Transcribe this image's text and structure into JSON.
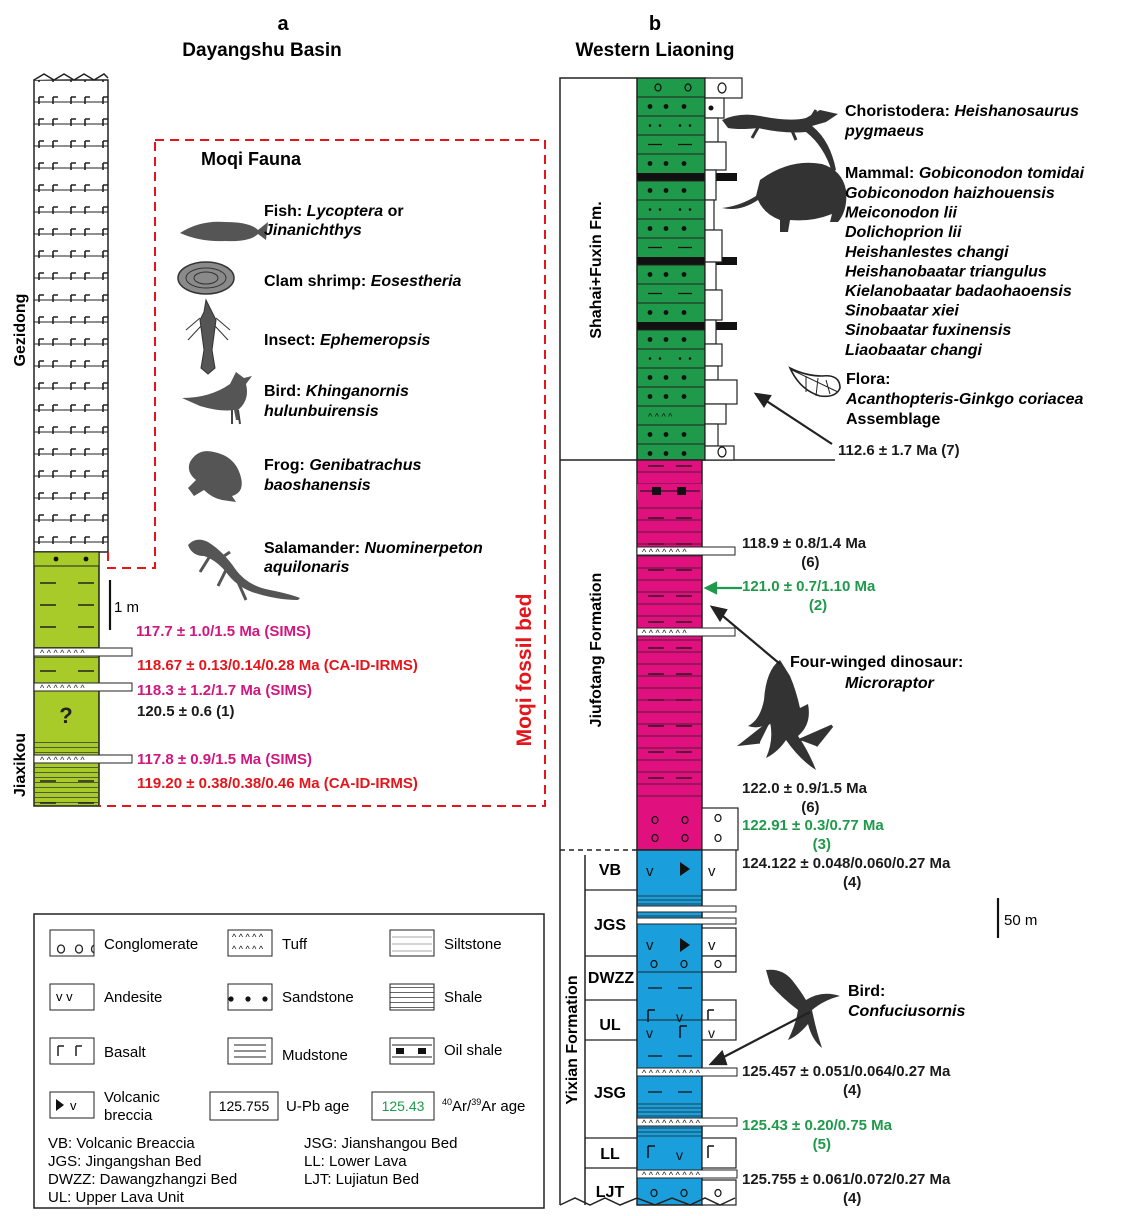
{
  "panel_a": {
    "letter": "a",
    "title": "Dayangshu Basin",
    "unit_gezidong": "Gezidong",
    "unit_jiaxikou": "Jiaxikou",
    "question": "?",
    "scale": "1 m",
    "moqi_fossil_bed": "Moqi fossil bed",
    "fauna": {
      "title": "Moqi Fauna",
      "items": [
        {
          "group": "Fish",
          "line1": "Lycoptera",
          "conj": " or",
          "line2": "Jinanichthys"
        },
        {
          "group": "Clam shrimp",
          "line1": "Eosestheria",
          "conj": "",
          "line2": ""
        },
        {
          "group": "Insect",
          "line1": "Ephemeropsis",
          "conj": "",
          "line2": ""
        },
        {
          "group": "Bird",
          "line1": "Khinganornis",
          "conj": "",
          "line2": "hulunbuirensis"
        },
        {
          "group": "Frog",
          "line1": "Genibatrachus",
          "conj": "",
          "line2": "baoshanensis"
        },
        {
          "group": "Salamander",
          "line1": "Nuominerpeton",
          "conj": "",
          "line2": "aquilonaris"
        }
      ]
    },
    "ages": [
      {
        "text": "117.7 ± 1.0/1.5 Ma (SIMS)",
        "color": "#d1167f"
      },
      {
        "text": "118.67 ± 0.13/0.14/0.28 Ma (CA-ID-IRMS)",
        "color": "#e4161c"
      },
      {
        "text": "118.3 ± 1.2/1.7 Ma (SIMS)",
        "color": "#d1167f"
      },
      {
        "text": "120.5 ± 0.6 (1)",
        "color": "#1a1a1a"
      },
      {
        "text": "117.8 ± 0.9/1.5 Ma (SIMS)",
        "color": "#d1167f"
      },
      {
        "text": "119.20 ± 0.38/0.38/0.46 Ma (CA-ID-IRMS)",
        "color": "#e4161c"
      }
    ]
  },
  "panel_b": {
    "letter": "b",
    "title": "Western Liaoning",
    "formations": [
      "Shahai+Fuxin Fm.",
      "Jiufotang Formation",
      "Yixian Formation"
    ],
    "beds": [
      "VB",
      "JGS",
      "DWZZ",
      "UL",
      "JSG",
      "LL",
      "LJT"
    ],
    "scale": "50 m",
    "choristodera": {
      "group": "Choristodera",
      "line1": "Heishanosaurus",
      "line2": "pygmaeus"
    },
    "mammal": {
      "group": "Mammal",
      "first": "Gobiconodon tomidai",
      "list": [
        "Gobiconodon haizhouensis",
        "Meiconodon lii",
        "Dolichoprion lii",
        "Heishanlestes changi",
        "Heishanobaatar triangulus",
        "Kielanobaatar badaohaoensis",
        "Sinobaatar xiei",
        "Sinobaatar fuxinensis",
        "Liaobaatar changi"
      ]
    },
    "flora": {
      "group": "Flora:",
      "line1": "Acanthopteris-Ginkgo coriacea",
      "line2": "Assemblage"
    },
    "dinosaur": {
      "line1": "Four-winged dinosaur:",
      "line2": "Microraptor"
    },
    "bird": {
      "line1": "Bird:",
      "line2": "Confuciusornis"
    },
    "ages": [
      {
        "text": "112.6 ± 1.7 Ma (7)",
        "ref": "",
        "color": "#1a1a1a"
      },
      {
        "text": "118.9 ± 0.8/1.4 Ma",
        "ref": "(6)",
        "color": "#1a1a1a"
      },
      {
        "text": "121.0 ± 0.7/1.10  Ma",
        "ref": "(2)",
        "color": "#1e9a4a"
      },
      {
        "text": "122.0 ± 0.9/1.5 Ma",
        "ref": "(6)",
        "color": "#1a1a1a"
      },
      {
        "text": "122.91 ± 0.3/0.77  Ma",
        "ref": "(3)",
        "color": "#1e9a4a"
      },
      {
        "text": "124.122 ± 0.048/0.060/0.27 Ma",
        "ref": "(4)",
        "color": "#1a1a1a"
      },
      {
        "text": "125.457 ± 0.051/0.064/0.27 Ma",
        "ref": "(4)",
        "color": "#1a1a1a"
      },
      {
        "text": "125.43 ± 0.20/0.75 Ma",
        "ref": "(5)",
        "color": "#1e9a4a"
      },
      {
        "text": "125.755 ± 0.061/0.072/0.27 Ma",
        "ref": "(4)",
        "color": "#1a1a1a"
      }
    ]
  },
  "legend": {
    "items": [
      "Conglomerate",
      "Tuff",
      "Siltstone",
      "Andesite",
      "Sandstone",
      "Shale",
      "Basalt",
      "Mudstone",
      "Oil shale",
      "Volcanic",
      "breccia",
      "U-Pb age"
    ],
    "upb_sample": "125.755",
    "ar_sample": "125.43",
    "ar_label": "Ar/",
    "ar_label2": "Ar age",
    "ar_sup1": "40",
    "ar_sup2": "39",
    "abbrev": [
      "VB: Volcanic Breaccia",
      "JGS: Jingangshan Bed",
      "DWZZ: Dawangzhangzi Bed",
      "UL: Upper Lava Unit",
      "JSG: Jianshangou Bed",
      "LL: Lower Lava",
      "LJT: Lujiatun Bed"
    ]
  },
  "colors": {
    "green": "#1f9a4a",
    "pink": "#e0117f",
    "blue": "#1a9fdc",
    "lime": "#a8cb2a",
    "red_dash": "#e4161c"
  }
}
